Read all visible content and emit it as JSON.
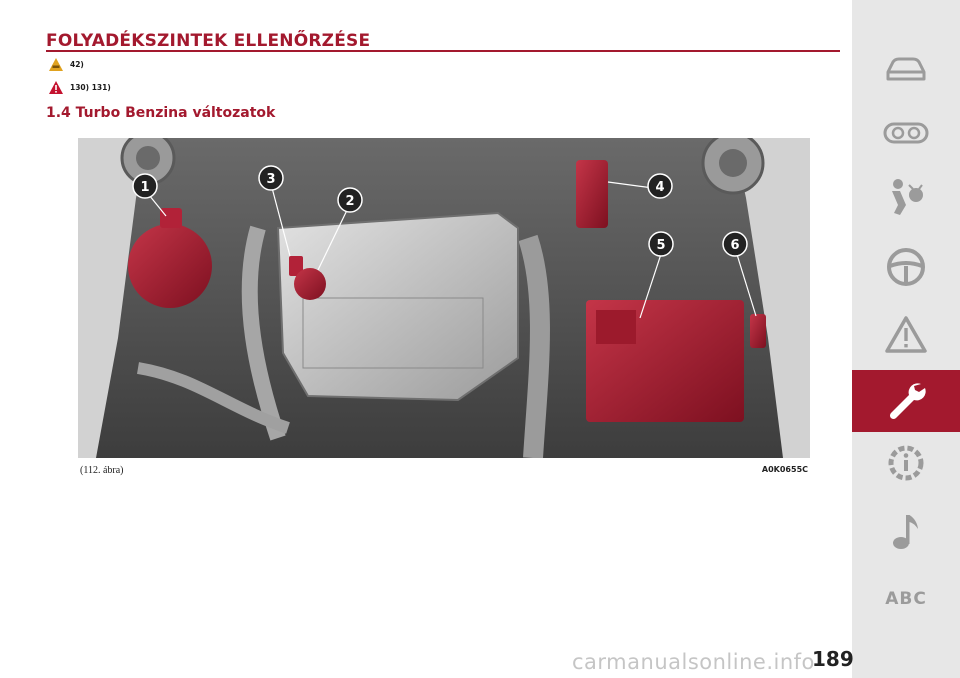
{
  "heading": {
    "title": "FOLYADÉKSZINTEK ELLENŐRZÉSE",
    "subtitle": "1.4 Turbo Benzina változatok"
  },
  "warnings": [
    {
      "icon": "caution-triangle-yellow-icon",
      "refs": "42)"
    },
    {
      "icon": "warning-triangle-red-icon",
      "refs": "130) 131)"
    }
  ],
  "figure": {
    "caption": "(112. ábra)",
    "code": "A0K0655C",
    "callouts": [
      "1",
      "2",
      "3",
      "4",
      "5",
      "6"
    ],
    "colors": {
      "highlight": "#a3192e",
      "engine": "#575757"
    }
  },
  "sidebar": {
    "items": [
      {
        "icon": "car-icon",
        "active": false
      },
      {
        "icon": "dashboard-gauges-icon",
        "active": false
      },
      {
        "icon": "airbag-passenger-icon",
        "active": false
      },
      {
        "icon": "steering-wheel-icon",
        "active": false
      },
      {
        "icon": "warning-triangle-icon",
        "active": false
      },
      {
        "icon": "wrench-icon",
        "active": true
      },
      {
        "icon": "info-gear-icon",
        "active": false
      },
      {
        "icon": "music-note-icon",
        "active": false
      },
      {
        "icon": "abc-text",
        "label": "ABC",
        "active": false
      }
    ],
    "accent": "#a3192e"
  },
  "page_number": "189",
  "watermark": "carmanualsonline.info"
}
